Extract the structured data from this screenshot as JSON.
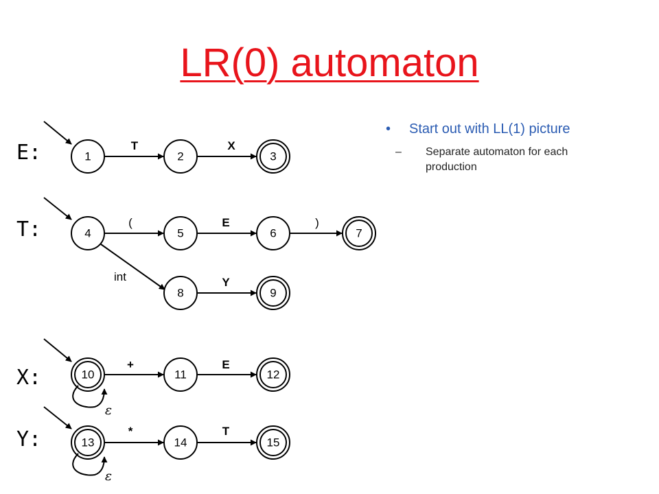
{
  "title": "LR(0) automaton",
  "bullets": [
    {
      "text": "Start out with LL(1) picture",
      "sub": "Separate automaton for each production",
      "sub_marker": "–"
    }
  ],
  "productions": {
    "E": "E:",
    "T": "T:",
    "X": "X:",
    "Y": "Y:"
  },
  "states": {
    "s1": "1",
    "s2": "2",
    "s3": "3",
    "s4": "4",
    "s5": "5",
    "s6": "6",
    "s7": "7",
    "s8": "8",
    "s9": "9",
    "s10": "10",
    "s11": "11",
    "s12": "12",
    "s13": "13",
    "s14": "14",
    "s15": "15"
  },
  "edges": {
    "e1_2": "T",
    "e2_3": "X",
    "e4_5": "(",
    "e5_6": "E",
    "e6_7": ")",
    "e4_8": "int",
    "e8_9": "Y",
    "e10_11": "+",
    "e11_12": "E",
    "e13_14": "*",
    "e14_15": "T",
    "eps10": "ε",
    "eps13": "ε"
  },
  "colors": {
    "title": "#e8141b",
    "bullet": "#2a5bb2",
    "line": "#000000"
  }
}
